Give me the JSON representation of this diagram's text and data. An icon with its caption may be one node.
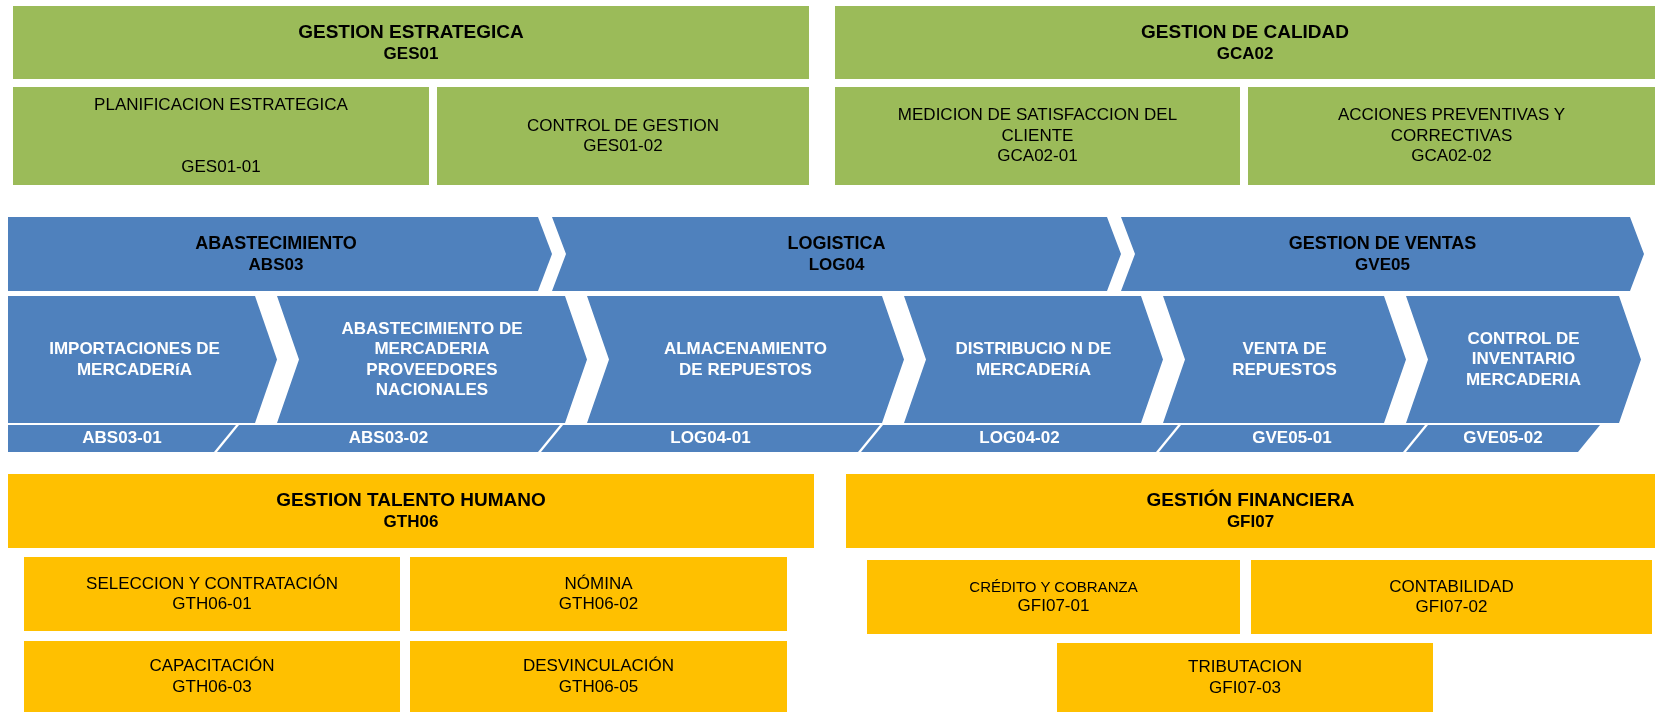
{
  "diagram": {
    "nodes": [
      {
        "text": [
          "GESTION ESTRATEGICA",
          "GES01"
        ]
      },
      {
        "text": [
          "GESTION DE CALIDAD",
          "GCA02"
        ]
      },
      {
        "text": [
          "PLANIFICACION ESTRATEGICA",
          "GES01-01"
        ]
      },
      {
        "text": [
          "CONTROL  DE GESTION",
          "GES01-02"
        ]
      },
      {
        "text": [
          "MEDICION  DE SATISFACCION DEL CLIENTE",
          "GCA02-01"
        ]
      },
      {
        "text": [
          "ACCIONES PREVENTIVAS Y CORRECTIVAS",
          "GCA02-02"
        ]
      },
      {
        "text": [
          "ABASTECIMIENTO",
          "ABS03"
        ]
      },
      {
        "text": [
          "LOGISTICA",
          "LOG04"
        ]
      },
      {
        "text": [
          "GESTION DE VENTAS",
          "GVE05"
        ]
      },
      {
        "text": [
          "IMPORTACIONES DE MERCADERíA"
        ]
      },
      {
        "text": [
          "ABASTECIMIENTO DE MERCADERIA PROVEEDORES NACIONALES"
        ]
      },
      {
        "text": [
          "ALMACENAMIENTO DE REPUESTOS"
        ]
      },
      {
        "text": [
          "DISTRIBUCIO N DE MERCADERíA"
        ]
      },
      {
        "text": [
          "VENTA DE REPUESTOS"
        ]
      },
      {
        "text": [
          "CONTROL DE INVENTARIO MERCADERIA"
        ]
      },
      {
        "text": [
          "ABS03-01"
        ]
      },
      {
        "text": [
          "ABS03-02"
        ]
      },
      {
        "text": [
          "LOG04-01"
        ]
      },
      {
        "text": [
          "LOG04-02"
        ]
      },
      {
        "text": [
          "GVE05-01"
        ]
      },
      {
        "text": [
          "GVE05-02"
        ]
      },
      {
        "text": [
          "GESTION TALENTO HUMANO",
          "GTH06"
        ]
      },
      {
        "text": [
          "GESTIÓN FINANCIERA",
          "GFI07"
        ]
      },
      {
        "text": [
          "SELECCION Y CONTRATACIÓN",
          "GTH06-01"
        ]
      },
      {
        "text": [
          "NÓMINA",
          "GTH06-02"
        ]
      },
      {
        "text": [
          "CRÉDITO Y COBRANZA",
          "GFI07-01"
        ]
      },
      {
        "text": [
          "CONTABILIDAD",
          "GFI07-02"
        ]
      },
      {
        "text": [
          "CAPACITACIÓN",
          "GTH06-03"
        ]
      },
      {
        "text": [
          "DESVINCULACIÓN",
          "GTH06-05"
        ]
      },
      {
        "text": [
          "TRIBUTACION",
          "GFI07-03"
        ]
      }
    ]
  }
}
